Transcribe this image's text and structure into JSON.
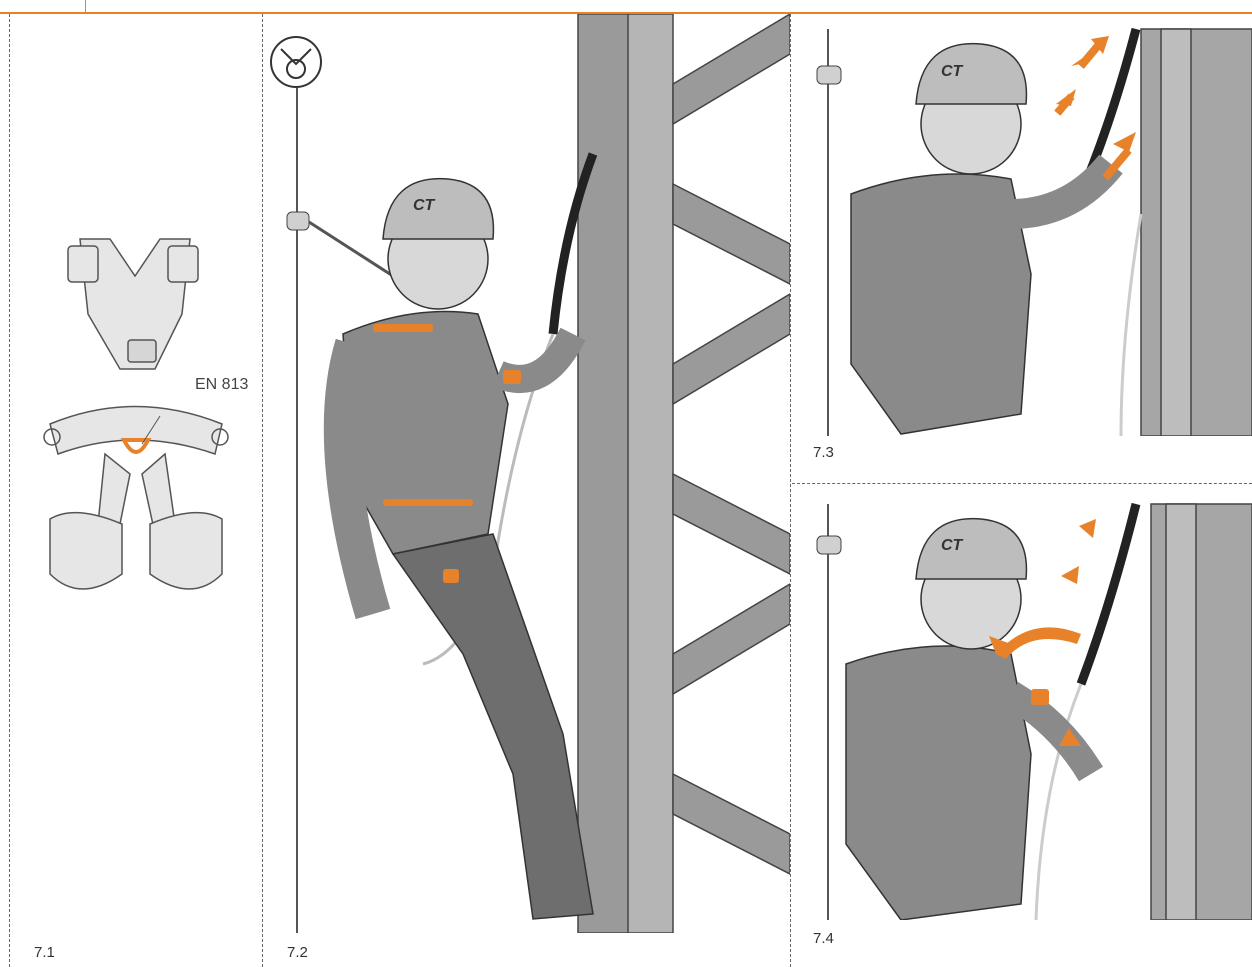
{
  "page": {
    "accent_color": "#e8822a",
    "line_color": "#666666"
  },
  "panel_7_1": {
    "label": "7.1",
    "standard_label": "EN 813"
  },
  "panel_7_2": {
    "label": "7.2",
    "helmet_logo": "CT"
  },
  "panel_7_3": {
    "label": "7.3",
    "helmet_logo": "CT"
  },
  "panel_7_4": {
    "label": "7.4",
    "helmet_logo": "CT"
  }
}
